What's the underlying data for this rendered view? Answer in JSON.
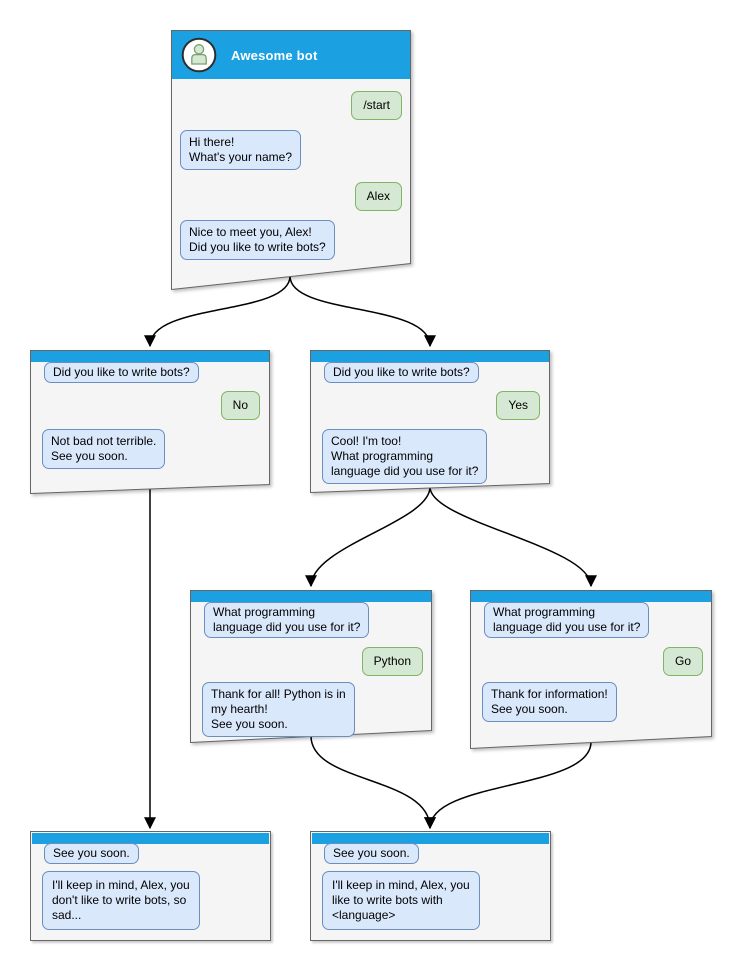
{
  "windows": {
    "main": {
      "title": "Awesome bot",
      "start": "/start",
      "hi": "Hi there!\nWhat's your name?",
      "alex": "Alex",
      "nice": "Nice to meet you, Alex!\nDid you like to write bots?"
    },
    "no": {
      "question": "Did you like to write bots?",
      "answer": "No",
      "reply": "Not bad not terrible.\nSee you soon."
    },
    "yes": {
      "question": "Did you like to write bots?",
      "answer": "Yes",
      "reply": "Cool! I'm too!\nWhat programming\nlanguage did you use for it?"
    },
    "python": {
      "question": "What programming\nlanguage did you use for it?",
      "answer": "Python",
      "reply": "Thank for all! Python is in\nmy hearth!\nSee you soon."
    },
    "go": {
      "question": "What programming\nlanguage did you use for it?",
      "answer": "Go",
      "reply": "Thank for information!\nSee you soon."
    },
    "end_no": {
      "intro": "See you soon.",
      "reply": "I'll keep in mind, Alex, you\ndon't like to write bots, so\nsad..."
    },
    "end_yes": {
      "intro": "See you soon.",
      "reply": "I'll keep in mind, Alex, you\nlike to write bots with\n<language>"
    }
  },
  "colors": {
    "header_blue": "#1ba1e2",
    "window_fill": "#f5f5f5",
    "window_border": "#666666",
    "bot_bubble_fill": "#dae8fc",
    "bot_bubble_border": "#6c8ebf",
    "user_bubble_fill": "#d5e8d4",
    "user_bubble_border": "#82b366",
    "arrow": "#000000"
  }
}
